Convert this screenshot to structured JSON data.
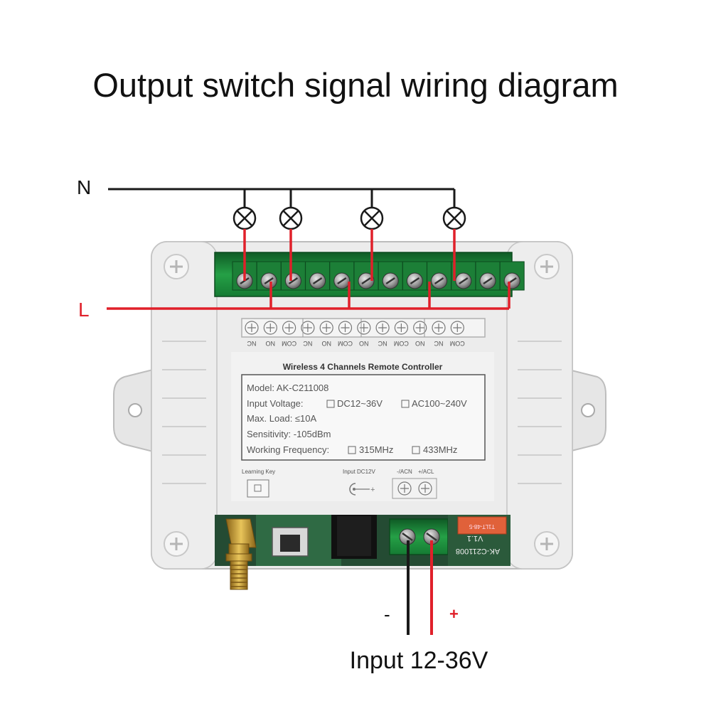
{
  "title": "Output switch signal wiring diagram",
  "wires": {
    "neutral_label": "N",
    "live_label": "L",
    "minus_label": "-",
    "plus_label": "+",
    "input_label": "Input 12-36V"
  },
  "terminal_labels": [
    "NC",
    "NO",
    "COM",
    "NC",
    "NO",
    "COM",
    "NO",
    "NC",
    "COM",
    "NO",
    "NC",
    "COM"
  ],
  "plate": {
    "heading": "Wireless 4 Channels Remote Controller",
    "model": "Model:  AK-C211008",
    "input_voltage": "Input Voltage:",
    "dc_option": "DC12~36V",
    "ac_option": "AC100~240V",
    "max_load": "Max. Load:  ≤10A",
    "sensitivity": "Sensitivity:  -105dBm",
    "working_frequency": "Working Frequency:",
    "freq_a": "315MHz",
    "freq_b": "433MHz"
  },
  "bottom_labels": {
    "learning_key": "Learning Key",
    "input_dc": "Input  DC12V",
    "acn": "-/ACN",
    "acl": "+/ACL",
    "pcb_model": "AK-C211008",
    "pcb_version": "V1.1",
    "relay_text": "T1LT-48-5"
  },
  "colors": {
    "neutral_wire": "#1a1a1a",
    "live_wire": "#e0202a",
    "terminal_green": "#1f8a3a",
    "housing": "#e9e9e9",
    "antenna": "#c99a2e"
  }
}
